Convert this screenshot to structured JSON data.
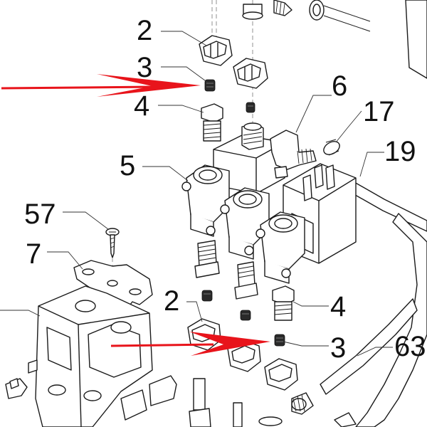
{
  "callouts": [
    {
      "id": "c2a",
      "text": "2"
    },
    {
      "id": "c3a",
      "text": "3"
    },
    {
      "id": "c4a",
      "text": "4"
    },
    {
      "id": "c5",
      "text": "5"
    },
    {
      "id": "c6",
      "text": "6"
    },
    {
      "id": "c17",
      "text": "17"
    },
    {
      "id": "c19",
      "text": "19"
    },
    {
      "id": "c57",
      "text": "57"
    },
    {
      "id": "c7",
      "text": "7"
    },
    {
      "id": "c2b",
      "text": "2"
    },
    {
      "id": "c4b",
      "text": "4"
    },
    {
      "id": "c3b",
      "text": "3"
    },
    {
      "id": "c63",
      "text": "63"
    }
  ],
  "colors": {
    "arrow": "#e8141b",
    "line": "#1a1a1a",
    "background": "#ffffff"
  }
}
